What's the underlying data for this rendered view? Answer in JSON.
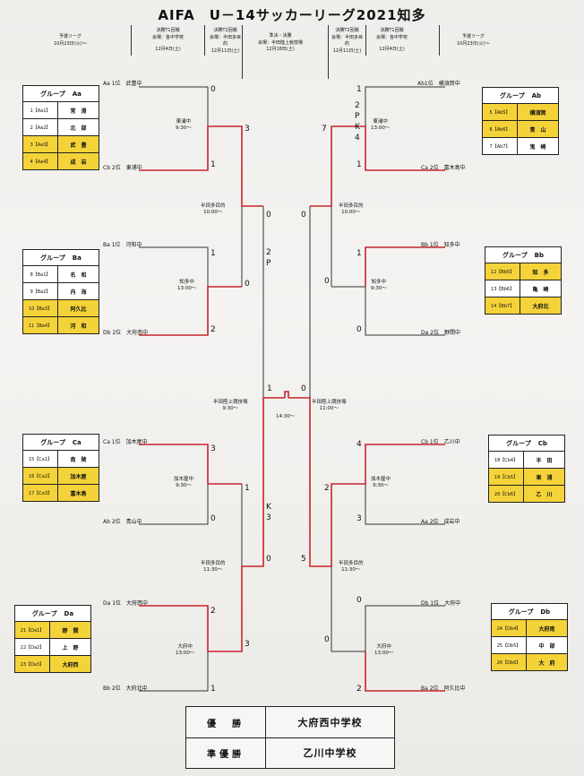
{
  "title": "AIFA　U－14サッカーリーグ2021知多",
  "header": {
    "left_round": "予選リーグ",
    "left_date": "10月23日(火)～",
    "left_r16_l1": "決勝T1回戦",
    "left_r16_l2": "会場：各中学校",
    "left_r16_date": "12月4日(土)",
    "left_qf_l1": "決勝T2回戦",
    "left_qf_l2": "会場：半田多目",
    "left_qf_l3": "的",
    "left_qf_date": "12月11日(土)",
    "center_l1": "準決・決勝",
    "center_l2": "会場：半田陸上競技場",
    "center_date": "12月18日(土)",
    "right_qf_l1": "決勝T2回戦",
    "right_qf_l2": "会場：半田多目",
    "right_qf_l3": "的",
    "right_qf_date": "12月11日(土)",
    "right_r16_l1": "決勝T1回戦",
    "right_r16_l2": "会場：各中学校",
    "right_r16_date": "12月4日(土)",
    "right_round": "予選リーグ",
    "right_date": "10月23日(火)～"
  },
  "groups": {
    "Aa": {
      "label": "グループ",
      "name": "Aa",
      "rows": [
        {
          "code": "1【Aa1】",
          "team": "常　滑",
          "hl": false
        },
        {
          "code": "2【Aa2】",
          "team": "北　部",
          "hl": false
        },
        {
          "code": "3【Aa3】",
          "team": "武　豊",
          "hl": true
        },
        {
          "code": "4【Aa4】",
          "team": "成　岩",
          "hl": true
        }
      ]
    },
    "Ba": {
      "label": "グループ",
      "name": "Ba",
      "rows": [
        {
          "code": "8【Ba1】",
          "team": "名　和",
          "hl": false
        },
        {
          "code": "9【Ba2】",
          "team": "内　海",
          "hl": false
        },
        {
          "code": "10【Ba3】",
          "team": "阿久比",
          "hl": true
        },
        {
          "code": "11【Ba4】",
          "team": "河　和",
          "hl": true
        }
      ]
    },
    "Ca": {
      "label": "グループ",
      "name": "Ca",
      "rows": [
        {
          "code": "15【Ca1】",
          "team": "南　陵",
          "hl": false
        },
        {
          "code": "16【Ca2】",
          "team": "加木屋",
          "hl": true
        },
        {
          "code": "17【Ca3】",
          "team": "富木島",
          "hl": true
        }
      ]
    },
    "Da": {
      "label": "グループ",
      "name": "Da",
      "rows": [
        {
          "code": "21【Da1】",
          "team": "野　間",
          "hl": true
        },
        {
          "code": "22【Da2】",
          "team": "上　野",
          "hl": false
        },
        {
          "code": "23【Da3】",
          "team": "大府西",
          "hl": true
        }
      ]
    },
    "Ab": {
      "label": "グループ",
      "name": "Ab",
      "rows": [
        {
          "code": "5【Ab5】",
          "team": "横須賀",
          "hl": true
        },
        {
          "code": "6【Ab6】",
          "team": "青　山",
          "hl": true
        },
        {
          "code": "7【Ab7】",
          "team": "鬼　崎",
          "hl": false
        }
      ]
    },
    "Bb": {
      "label": "グループ",
      "name": "Bb",
      "rows": [
        {
          "code": "12【Bb5】",
          "team": "知　多",
          "hl": true
        },
        {
          "code": "13【Bb6】",
          "team": "亀　崎",
          "hl": false
        },
        {
          "code": "14【Bb7】",
          "team": "大府北",
          "hl": true
        }
      ]
    },
    "Cb": {
      "label": "グループ",
      "name": "Cb",
      "rows": [
        {
          "code": "18【Cb4】",
          "team": "半　田",
          "hl": false
        },
        {
          "code": "19【Cb5】",
          "team": "東　浦",
          "hl": true
        },
        {
          "code": "20【Cb6】",
          "team": "乙　川",
          "hl": true
        }
      ]
    },
    "Db": {
      "label": "グループ",
      "name": "Db",
      "rows": [
        {
          "code": "24【Db4】",
          "team": "大府南",
          "hl": true
        },
        {
          "code": "25【Db5】",
          "team": "中　部",
          "hl": false
        },
        {
          "code": "26【Db6】",
          "team": "大　府",
          "hl": true
        }
      ]
    }
  },
  "teams": {
    "l1": "Aa 1位　武豊中",
    "l2": "Cb 2位　東浦中",
    "l3": "Ba 1位　河和中",
    "l4": "Db 2位　大府南中",
    "l5": "Ca 1位　加木屋中",
    "l6": "Ab 2位　青山中",
    "l7": "Da 1位　大府西中",
    "l8": "Bb 2位　大府北中",
    "r1": "Ab1位　横須賀中",
    "r2": "Ca 2位　富木島中",
    "r3": "Bb 1位　知多中",
    "r4": "Da 2位　野間中",
    "r5": "Cb 1位　乙川中",
    "r6": "Aa 2位　成岩中",
    "r7": "Db 1位　大府中",
    "r8": "Ba 2位　阿久比中"
  },
  "venues": {
    "lr1_1": "東浦中",
    "lr1_1t": "9:30～",
    "lr1_2": "知多中",
    "lr1_2t": "13:00～",
    "lr1_3": "加木屋中",
    "lr1_3t": "9:30～",
    "lr1_4": "大府中",
    "lr1_4t": "13:00～",
    "lqf_1": "半田多目的",
    "lqf_1t": "10:00～",
    "lqf_2": "半田多目的",
    "lqf_2t": "11:30～",
    "rr1_1": "東浦中",
    "rr1_1t": "13:00～",
    "rr1_2": "知多中",
    "rr1_2t": "9:30～",
    "rr1_3": "加木屋中",
    "rr1_3t": "9:30～",
    "rr1_4": "大府中",
    "rr1_4t": "13:00～",
    "rqf_1": "半田多目的",
    "rqf_1t": "10:00～",
    "rqf_2": "半田多目的",
    "rqf_2t": "11:30～",
    "sf_l": "半田陸上競技場",
    "sf_lt": "9:30～",
    "sf_r": "半田陸上競技場",
    "sf_rt": "11:00～",
    "final_t": "14:30～"
  },
  "scores": {
    "l1": "0",
    "l2": "1",
    "l3": "1",
    "l4": "2",
    "l5": "3",
    "l6": "0",
    "l7": "2",
    "l8": "1",
    "lq1": "3",
    "lq2": "0",
    "lq3": "1",
    "lq4": "3",
    "ls1": "0",
    "ls2": "0",
    "lf": "1",
    "r1": "1",
    "r2": "1",
    "r3": "1",
    "r4": "0",
    "r5": "4",
    "r6": "3",
    "r7": "0",
    "r8": "2",
    "rq1": "7",
    "rq2": "0",
    "rq3": "2",
    "rq4": "0",
    "rs1": "0",
    "rs2": "5",
    "rf": "0",
    "pk1_a": "2",
    "pk1_b": "P",
    "pk1_c": "K",
    "pk1_d": "4",
    "pk2_a": "2",
    "pk2_b": "P",
    "pk3_a": "K",
    "pk3_b": "3"
  },
  "result": {
    "win_label": "優　勝",
    "win_team": "大府西中学校",
    "runner_label": "準優勝",
    "runner_team": "乙川中学校"
  }
}
